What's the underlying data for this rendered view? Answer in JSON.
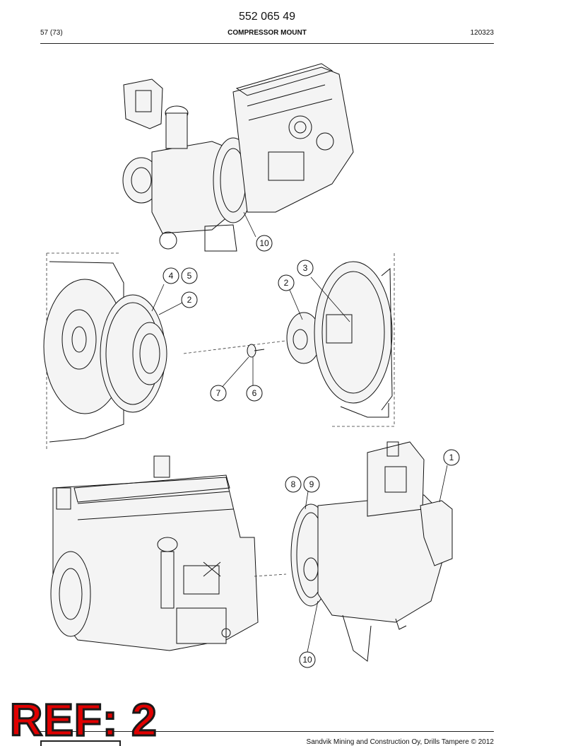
{
  "header": {
    "doc_number": "552 065 49",
    "page_count": "57 (73)",
    "title": "COMPRESSOR MOUNT",
    "revision": "120323"
  },
  "callouts": {
    "top_10": "10",
    "mid_4": "4",
    "mid_5": "5",
    "mid_2_left": "2",
    "mid_3": "3",
    "mid_2_right": "2",
    "mid_7": "7",
    "mid_6": "6",
    "bot_1": "1",
    "bot_8": "8",
    "bot_9": "9",
    "bot_10": "10"
  },
  "footer": {
    "copyright": "Sandvik Mining and Construction Oy, Drills Tampere © 2012"
  },
  "stamp": {
    "text": "REF: 2",
    "color": "#e00000"
  }
}
